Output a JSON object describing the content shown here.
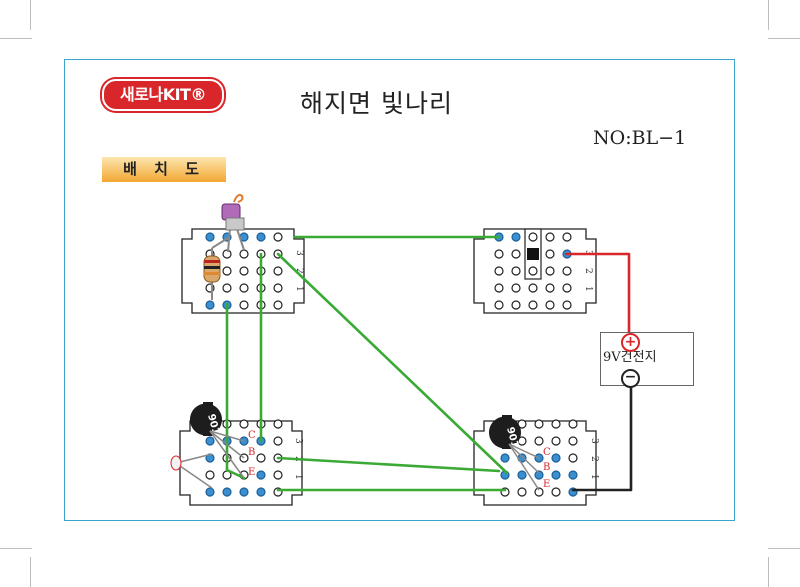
{
  "header": {
    "logo_text": "새로나KIT®",
    "title": "해지면 빛나리",
    "model_number": "NO:BL−1",
    "section_label": "배 치 도"
  },
  "battery": {
    "label": "9V건전지",
    "plus": "+",
    "minus": "−"
  },
  "transistors": [
    {
      "marking": "9018",
      "pins": [
        "C",
        "B",
        "E"
      ]
    },
    {
      "marking": "9018",
      "pins": [
        "C",
        "B",
        "E"
      ]
    }
  ],
  "row_numbers": [
    "3",
    "2",
    "1"
  ],
  "colors": {
    "frame": "#3aa6c9",
    "wire_green": "#3aaa35",
    "wire_red": "#d8262a",
    "wire_black": "#222222",
    "hole_blue": "#3a8fd0",
    "brand_red": "#d8262a"
  }
}
